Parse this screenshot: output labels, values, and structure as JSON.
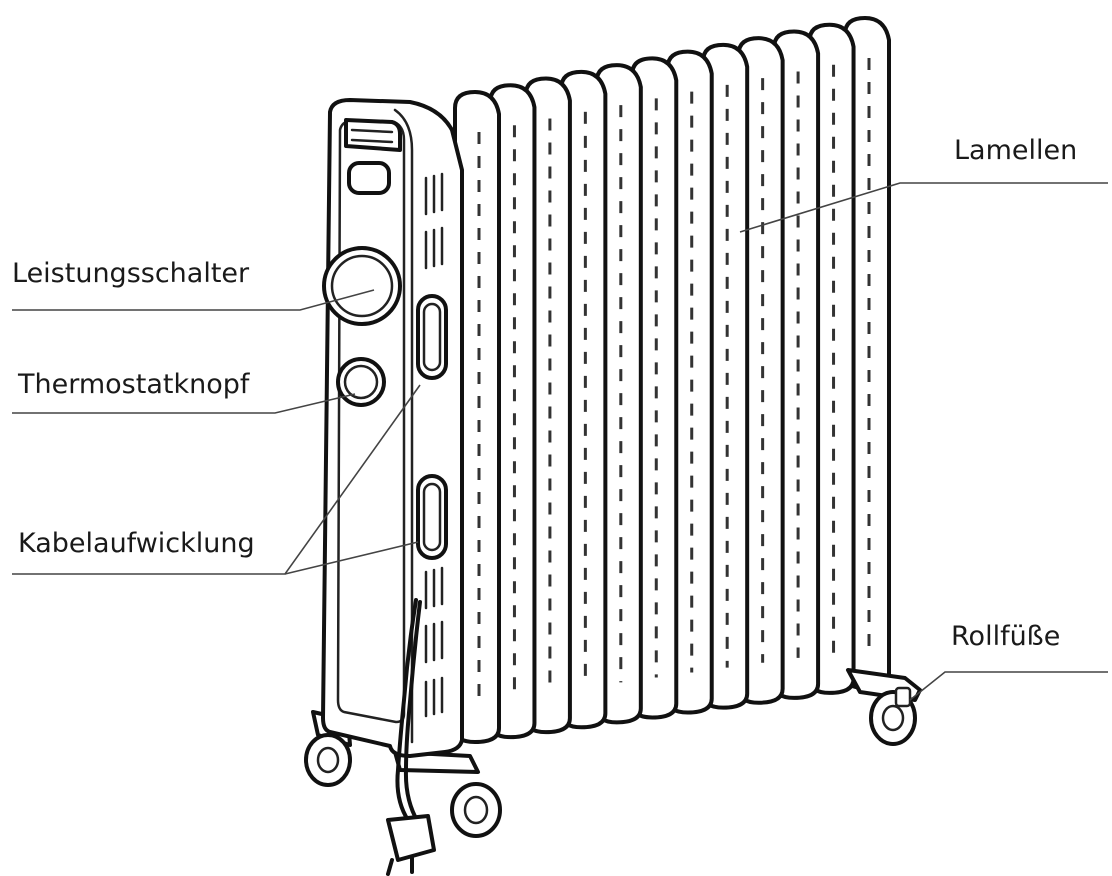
{
  "labels": {
    "power_switch": "Leistungsschalter",
    "thermostat_knob": "Thermostatknopf",
    "cable_winding": "Kabelaufwicklung",
    "fins": "Lamellen",
    "caster_feet": "Rollfüße"
  },
  "diagram": {
    "fin_count": 12,
    "stroke_color": "#111111",
    "background": "#ffffff",
    "leader_color": "#444444"
  }
}
